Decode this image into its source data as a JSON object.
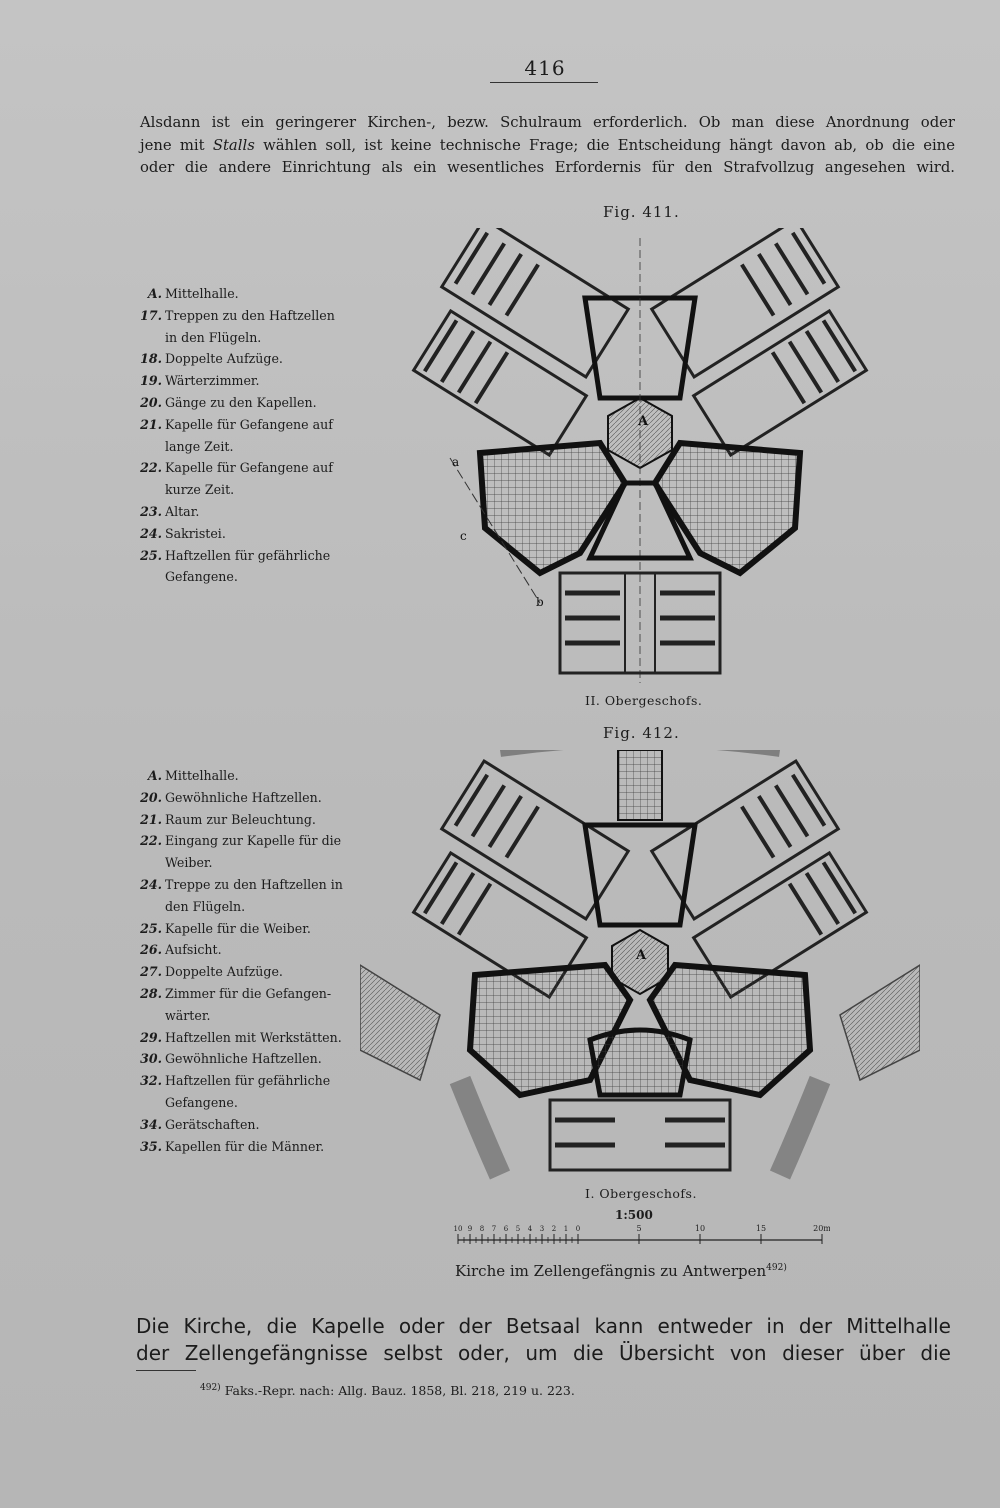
{
  "page_number": "416",
  "intro_paragraph": {
    "line1": "Alsdann ist ein geringerer Kirchen-, bezw. Schulraum erforderlich. Ob man diese Anordnung oder",
    "line2_pre": "jene mit",
    "line2_italic": "Stalls",
    "line2_post": "wählen soll, ist keine technische Frage; die Entscheidung hängt davon ab, ob die eine",
    "line3": "oder die andere Einrichtung als ein wesentliches Erfordernis für den Strafvollzug angesehen wird."
  },
  "fig411": {
    "title": "Fig. 411.",
    "subtitle": "II. Obergeschofs.",
    "legend": [
      {
        "num": "A.",
        "text": "Mittelhalle."
      },
      {
        "num": "17.",
        "text": "Treppen zu den Haftzellen",
        "cont": "in den Flügeln."
      },
      {
        "num": "18.",
        "text": "Doppelte Aufzüge."
      },
      {
        "num": "19.",
        "text": "Wärterzimmer."
      },
      {
        "num": "20.",
        "text": "Gänge zu den Kapellen."
      },
      {
        "num": "21.",
        "text": "Kapelle für Gefangene auf",
        "cont": "lange Zeit."
      },
      {
        "num": "22.",
        "text": "Kapelle für Gefangene auf",
        "cont": "kurze Zeit."
      },
      {
        "num": "23.",
        "text": "Altar."
      },
      {
        "num": "24.",
        "text": "Sakristei."
      },
      {
        "num": "25.",
        "text": "Haftzellen für gefährliche",
        "cont": "Gefangene."
      }
    ],
    "plan_labels": {
      "center": "A",
      "a": "a",
      "b": "b",
      "c": "c"
    }
  },
  "fig412": {
    "title": "Fig. 412.",
    "subtitle": "I. Obergeschofs.",
    "legend": [
      {
        "num": "A.",
        "text": "Mittelhalle."
      },
      {
        "num": "20.",
        "text": "Gewöhnliche Haftzellen."
      },
      {
        "num": "21.",
        "text": "Raum zur Beleuchtung."
      },
      {
        "num": "22.",
        "text": "Eingang zur Kapelle für die",
        "cont": "Weiber."
      },
      {
        "num": "24.",
        "text": "Treppe zu den Haftzellen in",
        "cont": "den Flügeln."
      },
      {
        "num": "25.",
        "text": "Kapelle für die Weiber."
      },
      {
        "num": "26.",
        "text": "Aufsicht."
      },
      {
        "num": "27.",
        "text": "Doppelte Aufzüge."
      },
      {
        "num": "28.",
        "text": "Zimmer für die Gefangen-",
        "cont": "wärter."
      },
      {
        "num": "29.",
        "text": "Haftzellen mit Werkstätten."
      },
      {
        "num": "30.",
        "text": "Gewöhnliche Haftzellen."
      },
      {
        "num": "32.",
        "text": "Haftzellen für gefährliche",
        "cont": "Gefangene."
      },
      {
        "num": "34.",
        "text": "Gerätschaften."
      },
      {
        "num": "35.",
        "text": "Kapellen für die Männer."
      }
    ],
    "plan_labels": {
      "center": "A"
    }
  },
  "scale": {
    "ratio": "1:500",
    "ticks": [
      "10",
      "9",
      "8",
      "7",
      "6",
      "5",
      "4",
      "3",
      "2",
      "1",
      "0",
      "5",
      "10",
      "15",
      "20m"
    ]
  },
  "caption": {
    "text": "Kirche im Zellengefängnis zu Antwerpen",
    "ref": "492)"
  },
  "main_paragraph": {
    "line1": "Die Kirche, die Kapelle oder der Betsaal kann entweder in der Mittelhalle",
    "line2": "der Zellengefängnisse selbst oder, um die Übersicht von dieser über die"
  },
  "footnote": {
    "ref": "492)",
    "text": "Faks.-Repr. nach: Allg. Bauz. 1858, Bl. 218, 219 u. 223."
  }
}
